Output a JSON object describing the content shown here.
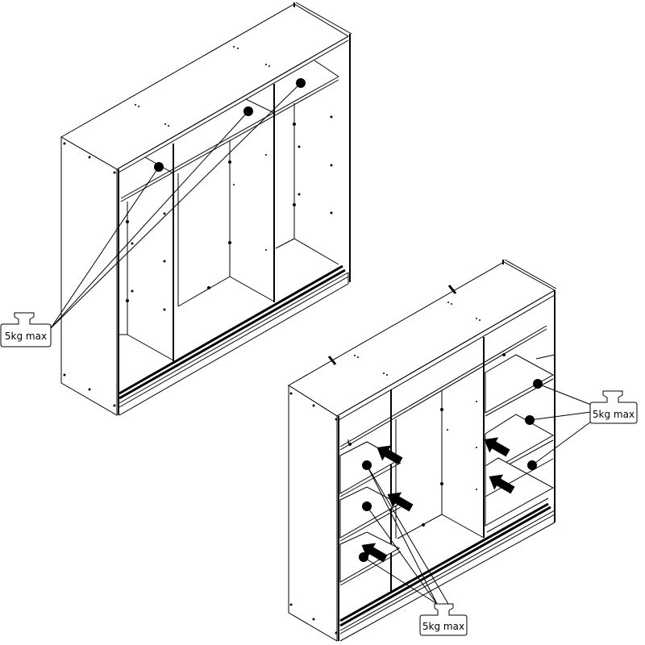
{
  "diagram": {
    "type": "assembly-instruction",
    "subject": "sliding-door wardrobe shelf load limits",
    "figures": [
      {
        "id": "wardrobe-top",
        "description": "Three-section wardrobe with top hat shelves",
        "weight_label": {
          "text": "5kg max",
          "points_to": 3
        }
      },
      {
        "id": "wardrobe-bottom",
        "description": "Three-section wardrobe with interior shelves and insertion arrows",
        "weight_labels": [
          {
            "text": "5kg max",
            "position": "right",
            "points_to": 3
          },
          {
            "text": "5kg max",
            "position": "bottom",
            "points_to": 3
          }
        ],
        "arrows": 5
      }
    ]
  },
  "labels": {
    "top_left": "5kg max",
    "bottom_right": "5kg max",
    "bottom_center": "5kg max"
  }
}
